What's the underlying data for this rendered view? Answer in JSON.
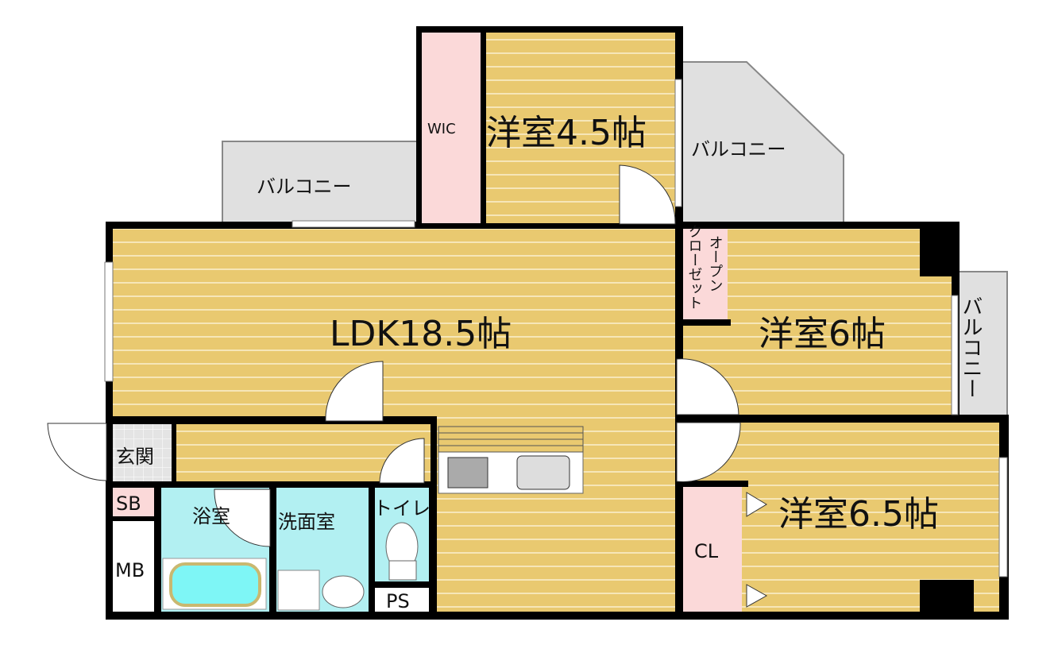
{
  "floor_plan": {
    "rooms": {
      "western_45": "洋室4.5帖",
      "western_6": "洋室6帖",
      "western_65": "洋室6.5帖",
      "ldk": "LDK18.5帖",
      "wic": "WIC",
      "open_closet_line1": "オープン",
      "open_closet_line2": "クローゼット",
      "cl": "CL",
      "entrance": "玄関",
      "sb": "SB",
      "mb": "MB",
      "bath": "浴室",
      "washroom": "洗面室",
      "toilet": "トイレ",
      "ps": "PS",
      "balcony_left": "バルコニー",
      "balcony_top_right": "バルコニー",
      "balcony_side": "バルコニー"
    },
    "colors": {
      "floor": "#E9C970",
      "stripe": "#F6E6B8",
      "closet": "#FBD9D9",
      "balcony": "#E0E0E0",
      "wet": "#B2F0F2",
      "wall": "#000000"
    }
  }
}
